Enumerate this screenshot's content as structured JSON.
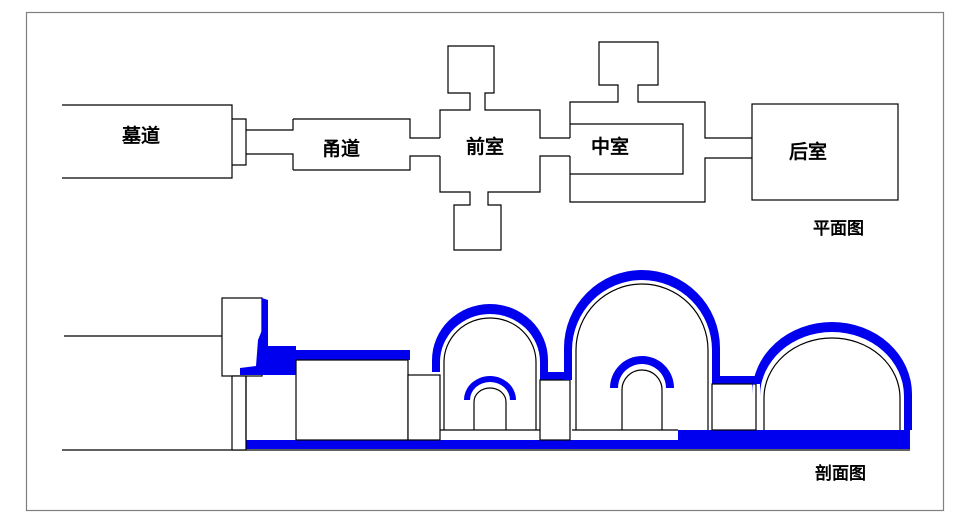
{
  "plan": {
    "caption": "平面图",
    "labels": {
      "passage": "墓道",
      "corridor": "甬道",
      "front_chamber": "前室",
      "middle_chamber": "中室",
      "rear_chamber": "后室"
    }
  },
  "section": {
    "caption": "剖面图"
  },
  "colors": {
    "section_fill": "#0000ee",
    "line": "#000000",
    "border": "#808080"
  }
}
